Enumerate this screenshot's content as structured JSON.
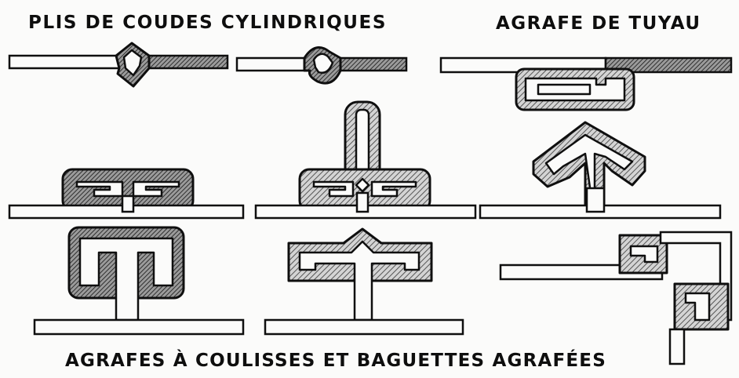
{
  "labels": {
    "top_left": "PLIS DE COUDES CYLINDRIQUES",
    "top_right": "AGRAFE DE TUYAU",
    "bottom": "AGRAFES À COULISSES ET BAGUETTES AGRAFÉES"
  },
  "colors": {
    "ink": "#0f0f0f",
    "paper": "#fbfbfa",
    "hatch": "#5a5a5a"
  }
}
